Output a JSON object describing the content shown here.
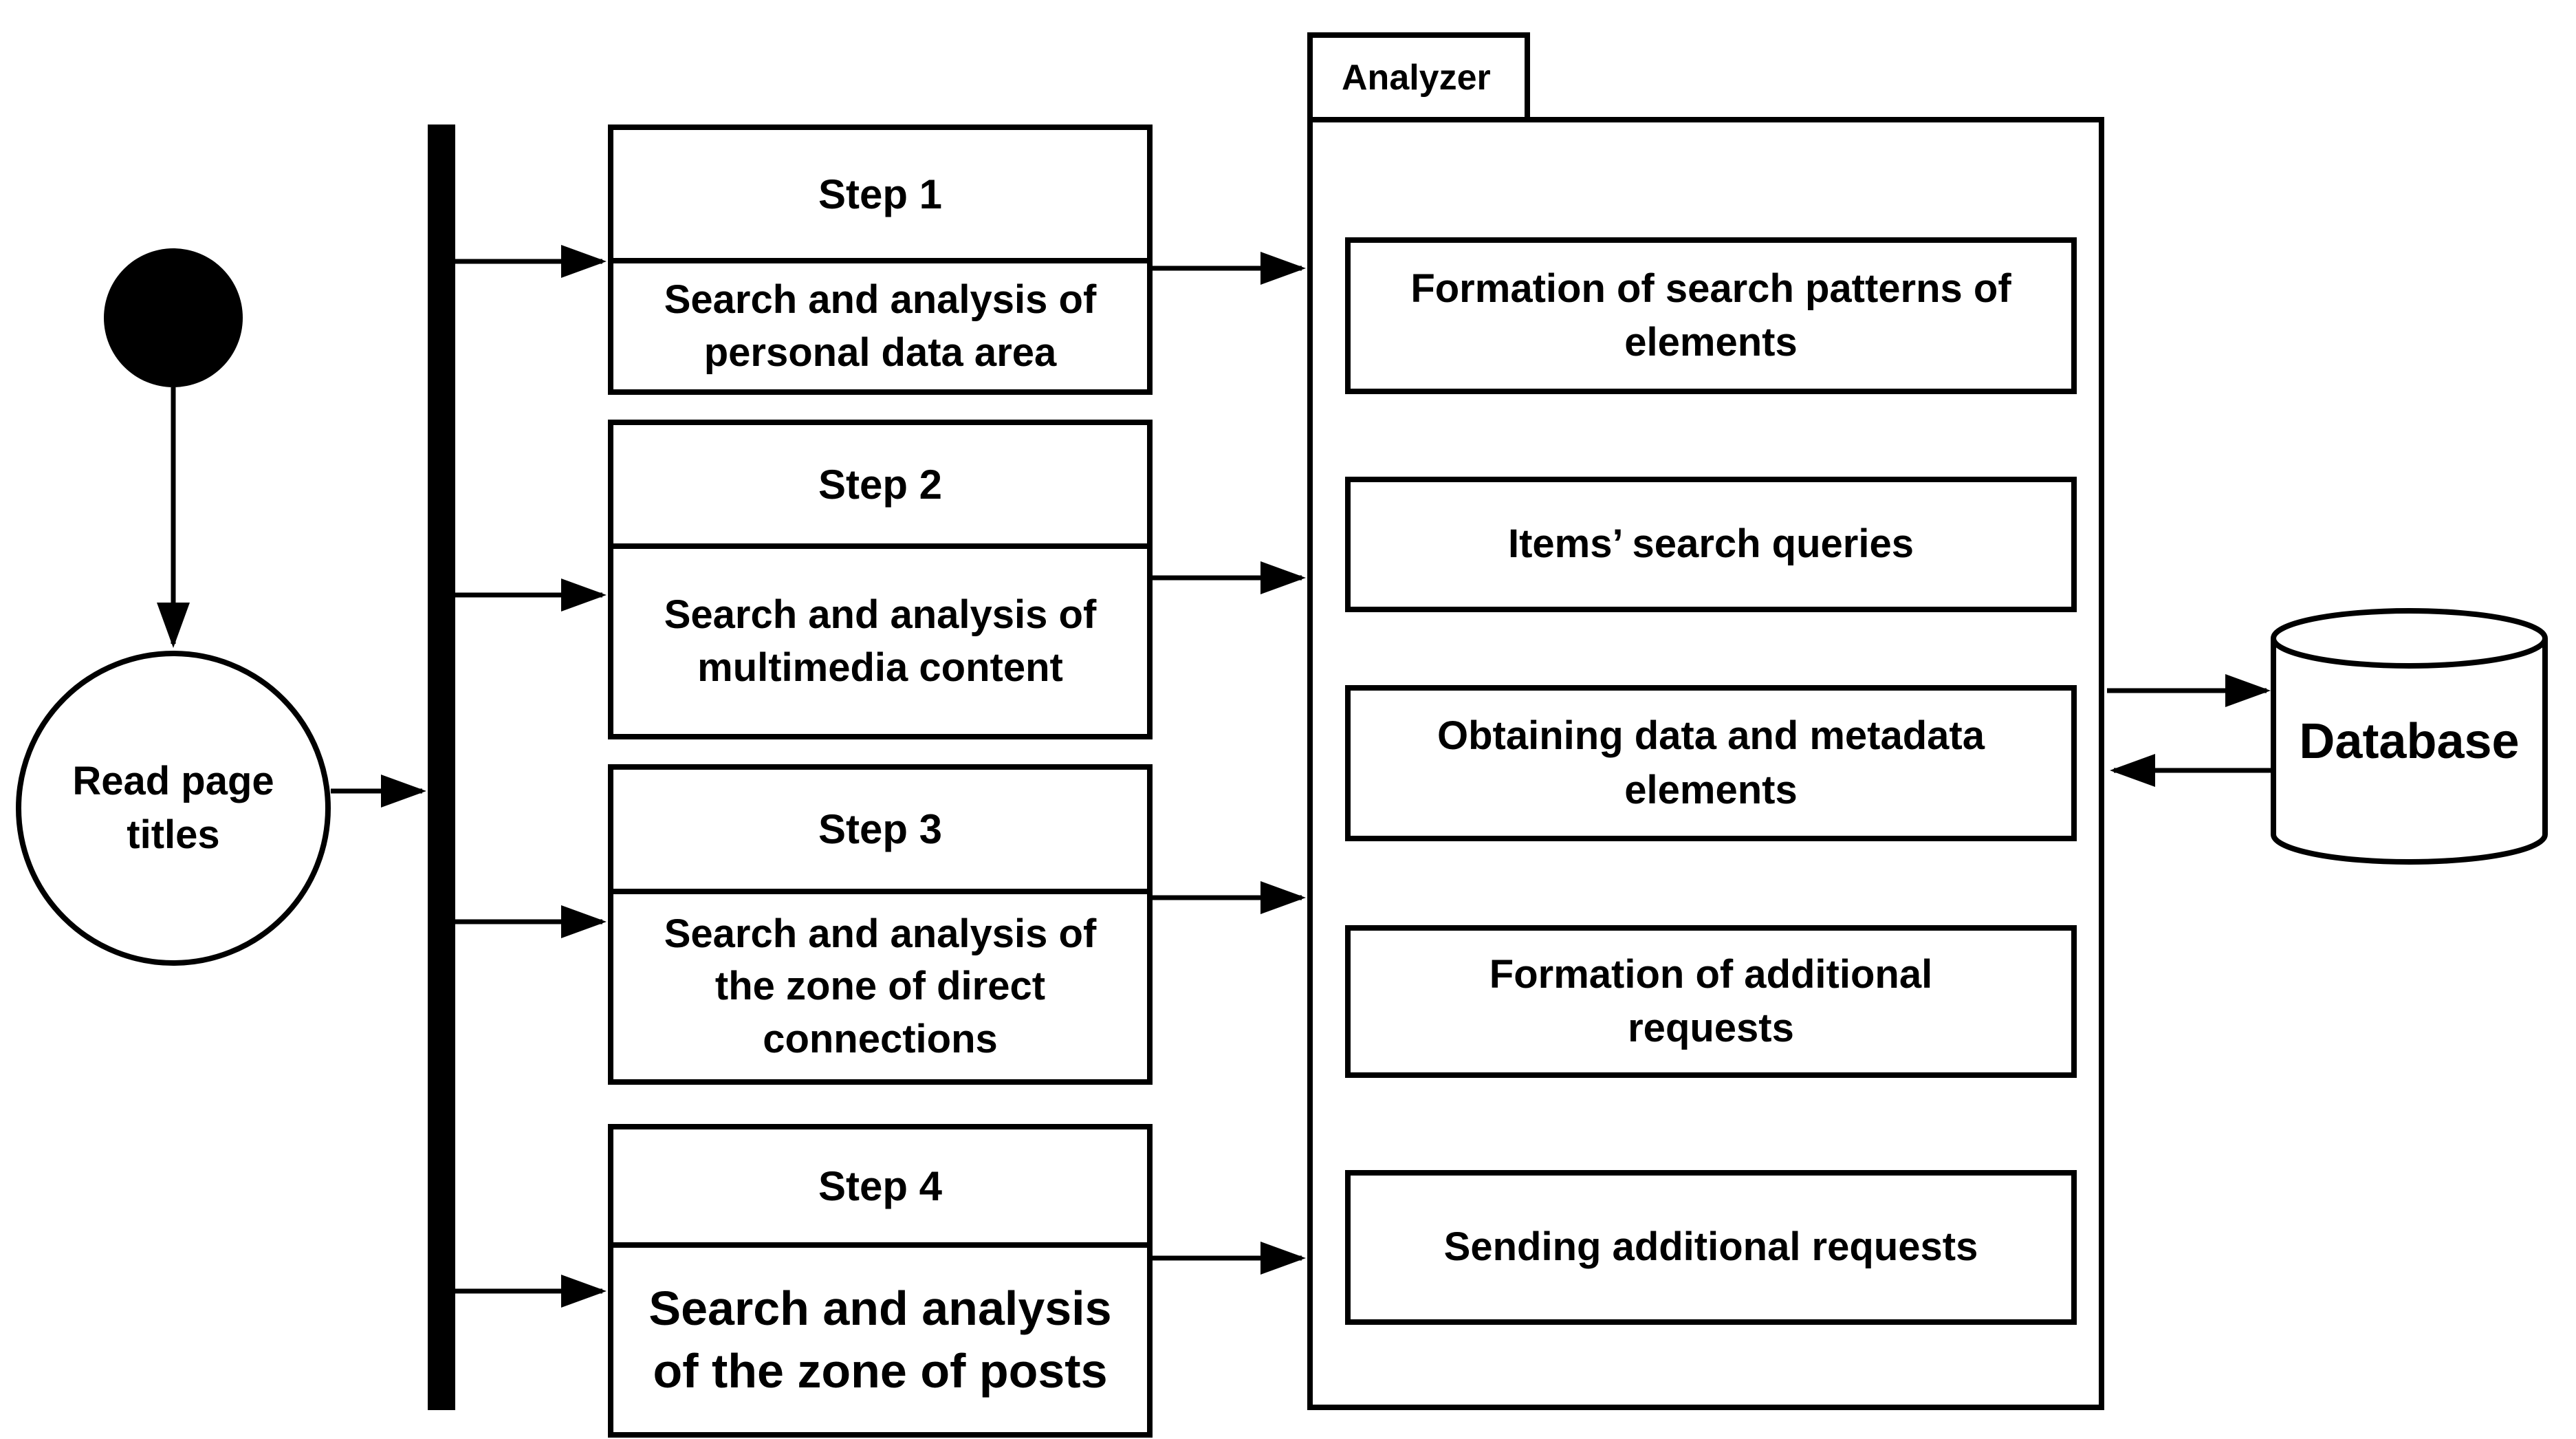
{
  "colors": {
    "ink": "#000000",
    "paper": "#ffffff"
  },
  "nodes": {
    "read_page_titles": "Read page\ntitles",
    "database": "Database"
  },
  "steps": [
    {
      "title": "Step 1",
      "description": "Search and analysis of\npersonal data area"
    },
    {
      "title": "Step 2",
      "description": "Search and analysis of\nmultimedia content"
    },
    {
      "title": "Step 3",
      "description": "Search and analysis of\nthe zone of direct\nconnections"
    },
    {
      "title": "Step 4",
      "description": "Search and analysis\nof the zone of posts"
    }
  ],
  "analyzer": {
    "label": "Analyzer",
    "boxes": [
      "Formation of search patterns of\nelements",
      "Items’ search queries",
      "Obtaining data and metadata\nelements",
      "Formation of additional\nrequests",
      "Sending additional requests"
    ]
  }
}
